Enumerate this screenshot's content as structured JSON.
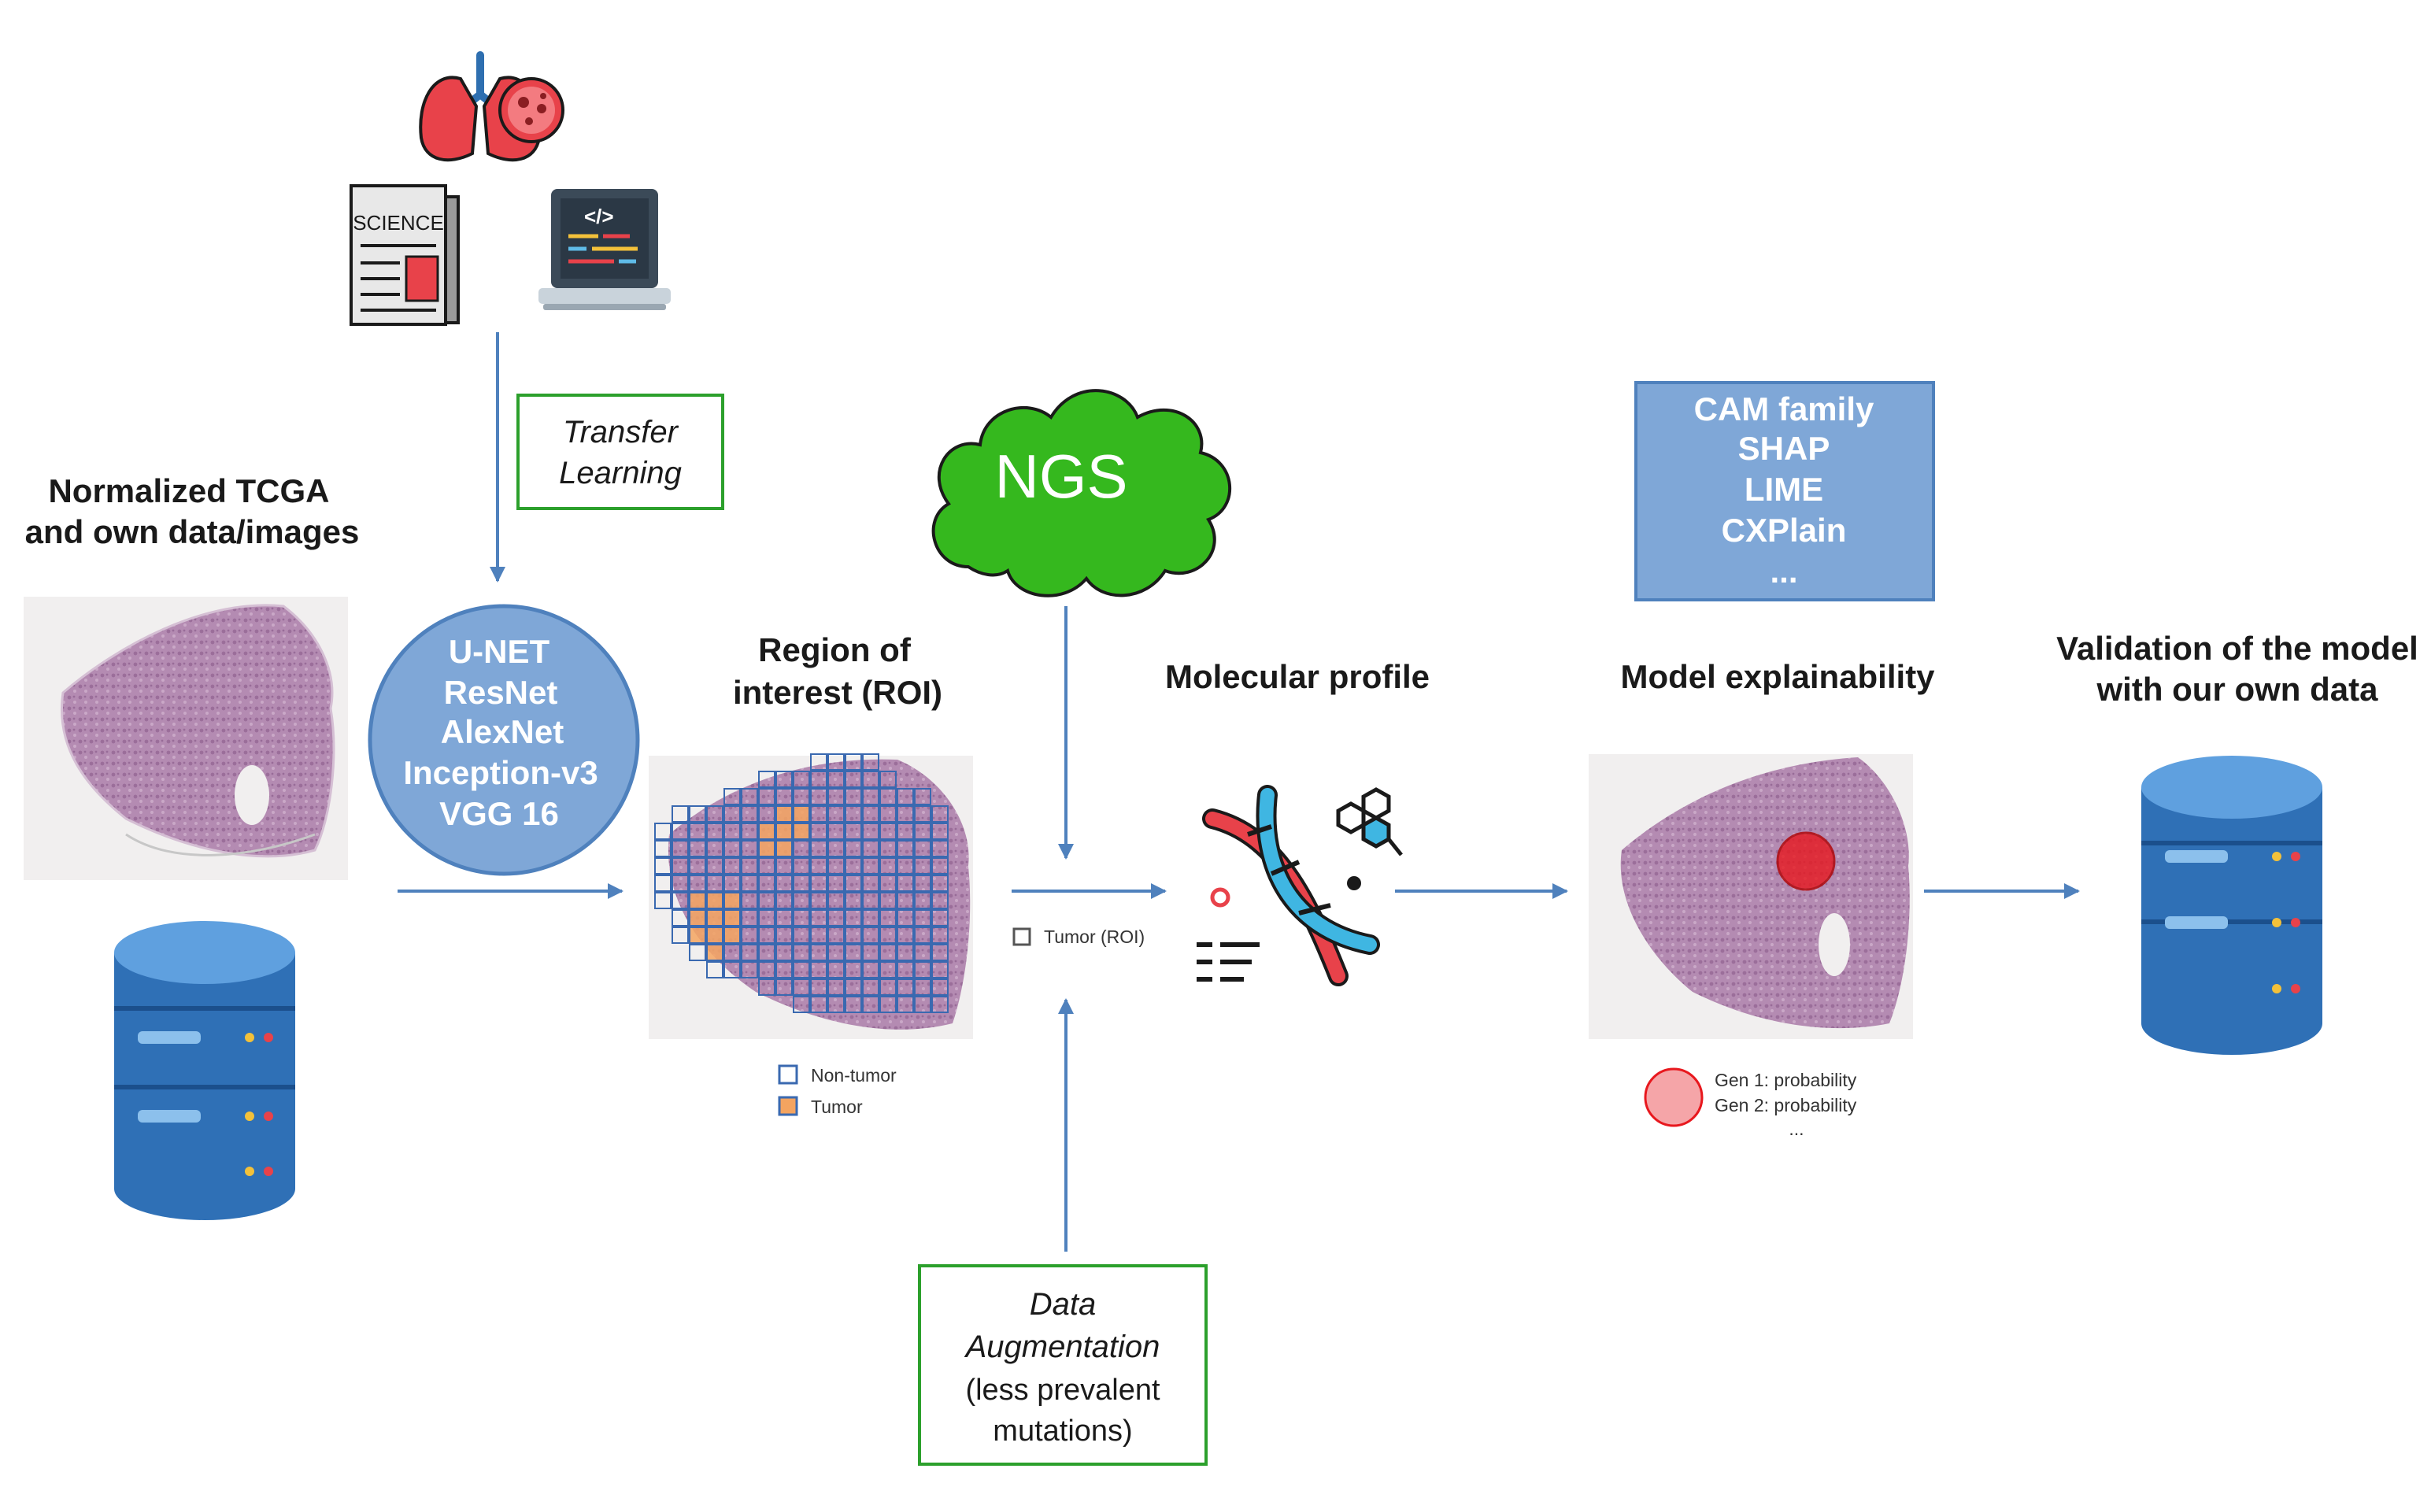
{
  "colors": {
    "arrow": "#4f81bd",
    "green_border": "#2ca02c",
    "blue_fill": "#7fa7d7",
    "blue_dark": "#5b86be",
    "cloud_green": "#35b81e",
    "tumor_orange": "#f4a460",
    "tile_border": "#3a69b0",
    "tissue": "#b38ab0",
    "highlight_red": "#e8181e"
  },
  "icons": {
    "lungs": "lungs-icon",
    "newspaper": "newspaper-icon",
    "laptop": "laptop-code-icon",
    "database": "database-icon",
    "dna": "dna-icon"
  },
  "newspaper_label": "SCIENCE",
  "transfer_learning": {
    "line1": "Transfer",
    "line2": "Learning"
  },
  "input_data": {
    "line1": "Normalized TCGA",
    "line2": "and own data/images"
  },
  "models": [
    "U-NET",
    "ResNet",
    "AlexNet",
    "Inception-v3",
    "VGG 16"
  ],
  "roi": {
    "title_line1": "Region of",
    "title_line2": "interest (ROI)",
    "legend_non_tumor": "Non-tumor",
    "legend_tumor": "Tumor"
  },
  "ngs_label": "NGS",
  "tumor_roi_label": "Tumor (ROI)",
  "data_augmentation": {
    "line1": "Data",
    "line2": "Augmentation",
    "line3": "(less prevalent",
    "line4": "mutations)"
  },
  "molecular_profile": "Molecular profile",
  "xai_methods": [
    "CAM family",
    "SHAP",
    "LIME",
    "CXPlain",
    "..."
  ],
  "model_explainability": "Model explainability",
  "gene_legend": [
    "Gen 1: probability",
    "Gen 2: probability",
    "..."
  ],
  "validation": {
    "line1": "Validation of the model",
    "line2": "with our own data"
  }
}
